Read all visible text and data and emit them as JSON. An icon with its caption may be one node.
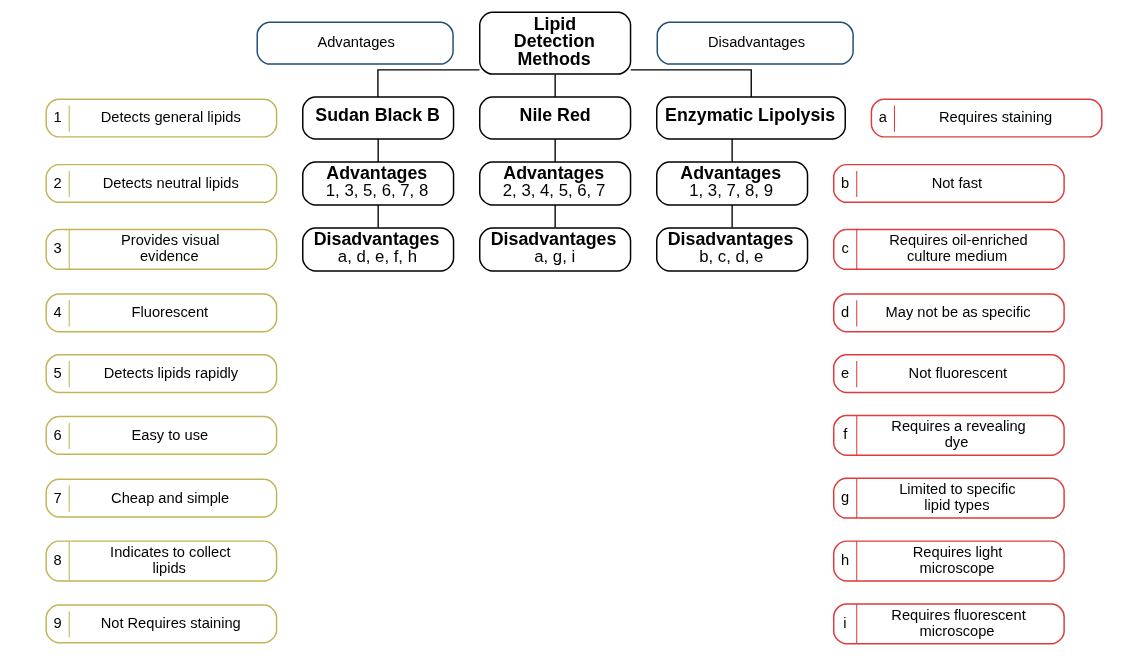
{
  "diagram": {
    "nodes": [
      {
        "text": [
          "Advantages"
        ]
      },
      {
        "text": [
          "Lipid Detection Methods"
        ]
      },
      {
        "text": [
          "Disadvantages"
        ]
      },
      {
        "text": [
          "1",
          "Detects general lipids"
        ]
      },
      {
        "text": [
          "2",
          "Detects neutral lipids"
        ]
      },
      {
        "text": [
          "3",
          "Provides visual evidence"
        ]
      },
      {
        "text": [
          "4",
          "Fluorescent"
        ]
      },
      {
        "text": [
          "5",
          "Detects lipids rapidly"
        ]
      },
      {
        "text": [
          "6",
          "Easy to use"
        ]
      },
      {
        "text": [
          "7",
          "Cheap and simple"
        ]
      },
      {
        "text": [
          "8",
          "Indicates to collect lipids"
        ]
      },
      {
        "text": [
          "9",
          "Not Requires staining"
        ]
      },
      {
        "text": [
          "a",
          "Requires staining"
        ]
      },
      {
        "text": [
          "b",
          "Not fast"
        ]
      },
      {
        "text": [
          "c",
          "Requires oil-enriched culture medium"
        ]
      },
      {
        "text": [
          "d",
          "May not be as specific"
        ]
      },
      {
        "text": [
          "e",
          "Not fluorescent"
        ]
      },
      {
        "text": [
          "f",
          "Requires a revealing dye"
        ]
      },
      {
        "text": [
          "g",
          "Limited to specific lipid types"
        ]
      },
      {
        "text": [
          "h",
          "Requires light microscope"
        ]
      },
      {
        "text": [
          "i",
          "Requires fluorescent microscope"
        ]
      },
      {
        "text": [
          "Sudan Black B"
        ]
      },
      {
        "text": [
          "Nile Red"
        ]
      },
      {
        "text": [
          "Enzymatic Lipolysis"
        ]
      },
      {
        "text": [
          "Advantages",
          "1, 3, 5, 6, 7, 8"
        ]
      },
      {
        "text": [
          "Advantages",
          "2, 3, 4, 5, 6, 7"
        ]
      },
      {
        "text": [
          "Advantages",
          "1, 3, 7, 8, 9"
        ]
      },
      {
        "text": [
          "Disadvantages",
          "a, d, e, f, h"
        ]
      },
      {
        "text": [
          "Disadvantages",
          "a, g, i"
        ]
      },
      {
        "text": [
          "Disadvantages",
          "b, c, d, e"
        ]
      }
    ],
    "edges": [
      {
        "from": 1,
        "to": 21,
        "arrow": "none"
      },
      {
        "from": 1,
        "to": 22,
        "arrow": "none"
      },
      {
        "from": 1,
        "to": 23,
        "arrow": "none"
      },
      {
        "from": 21,
        "to": 24,
        "arrow": "none"
      },
      {
        "from": 22,
        "to": 25,
        "arrow": "none"
      },
      {
        "from": 23,
        "to": 26,
        "arrow": "none"
      },
      {
        "from": 24,
        "to": 27,
        "arrow": "none"
      },
      {
        "from": 25,
        "to": 28,
        "arrow": "none"
      },
      {
        "from": 26,
        "to": 29,
        "arrow": "none"
      }
    ]
  }
}
